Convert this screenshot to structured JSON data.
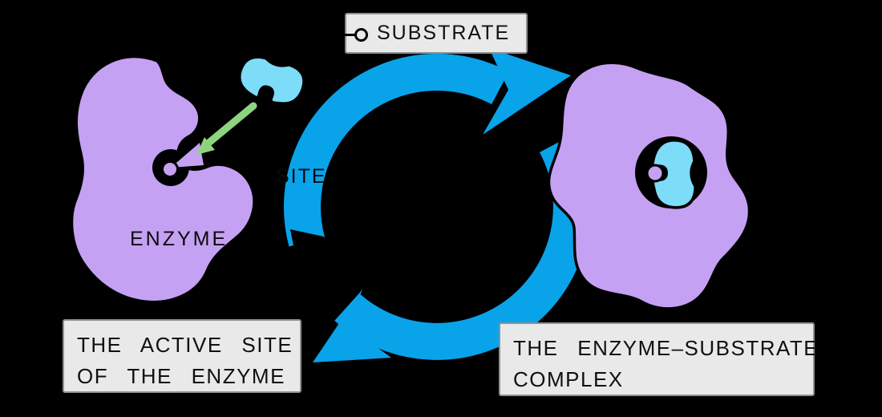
{
  "colors": {
    "background": "#000000",
    "enzyme_purple": "#c5a1f3",
    "substrate_cyan": "#7ddcf8",
    "cycle_blue": "#09a3ea",
    "binding_arrow_green": "#8ed47f",
    "label_box_bg": "#e9e9e9",
    "label_box_border": "#8b9094",
    "text": "#101010"
  },
  "icons": {
    "substrate_tag_pin": "tag-pin-icon"
  },
  "substrate_tag": {
    "label": "SUBSTRATE"
  },
  "left_enzyme": {
    "label": "ENZYME"
  },
  "cycle": {
    "site_label": "SITE"
  },
  "caption_active_site": {
    "line1": "THE ACTIVE SITE",
    "line2": "OF THE ENZYME"
  },
  "caption_complex": {
    "line1": "THE ENZYME–SUBSTRATE",
    "line2": "COMPLEX"
  }
}
